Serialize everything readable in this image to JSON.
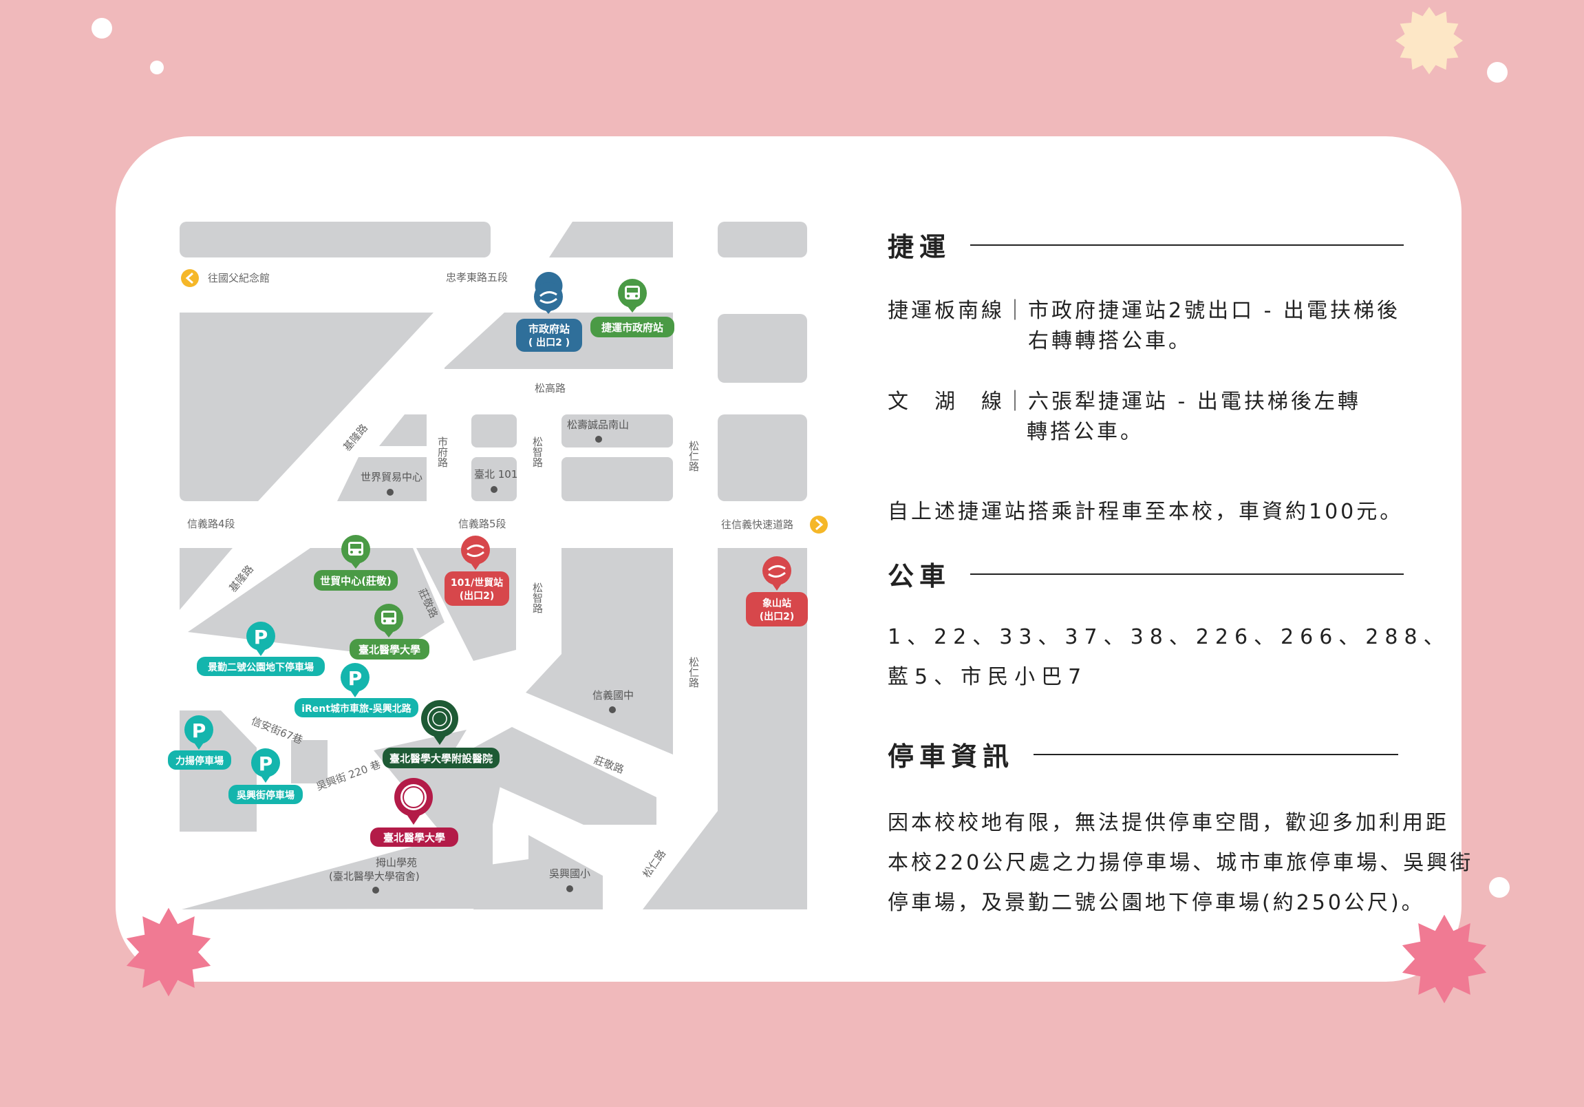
{
  "map": {
    "streets": {
      "zhongxiao": "忠孝東路五段",
      "songgao": "松高路",
      "keelung_upper": "基隆路",
      "keelung_lower": "基隆路",
      "shifu": "市府路",
      "songzhi_upper": "松智路",
      "songzhi_lower": "松智路",
      "songren_upper": "松仁路",
      "songren_mid": "松仁路",
      "songren_lower": "松仁路",
      "xinyi4": "信義路4段",
      "xinyi5": "信義路5段",
      "zhuangjing_upper": "莊敬路",
      "zhuangjing_lower": "莊敬路",
      "xinan": "信安街67巷",
      "wuxing": "吳興街 220 巷"
    },
    "directions": {
      "to_memorial": "往國父紀念館",
      "to_expressway": "往信義快速道路"
    },
    "places": {
      "eslite": "松壽誠品南山",
      "wtc": "世界貿易中心",
      "taipei101": "臺北 101",
      "xinyi_junior": "信義國中",
      "dorm_line1": "拇山學苑",
      "dorm_line2": "(臺北醫學大學宿舍)",
      "wuxing_elementary": "吳興國小"
    },
    "markers": {
      "city_hall_mrt_1": "市政府站",
      "city_hall_mrt_2": "( 出口2 )",
      "city_hall_bus": "捷運市政府站",
      "wtc_bus": "世貿中心(莊敬)",
      "tmu_bus": "臺北醫學大學",
      "mrt101_1": "101/世貿站",
      "mrt101_2": "(出口2)",
      "xiangshan_1": "象山站",
      "xiangshan_2": "(出口2)",
      "park_jingqin": "景勤二號公園地下停車場",
      "park_irent": "iRent城市車旅-吳興北路",
      "park_liyang": "力揚停車場",
      "park_wuxing": "吳興街停車場",
      "hospital": "臺北醫學大學附設醫院",
      "university": "臺北醫學大學"
    },
    "marker_glyphs": {
      "parking": "P"
    },
    "colors": {
      "block": "#cfd0d2",
      "mrt_blue": "#2f6f9a",
      "bus_green": "#4a9a45",
      "mrt_red": "#d7474b",
      "parking_teal": "#14b5ad",
      "hospital_green": "#1e5a35",
      "university_red": "#b31b48",
      "arrow_yellow": "#f5b728"
    }
  },
  "sections": {
    "mrt": {
      "title": "捷運",
      "bannan_line1": "捷運板南線｜市政府捷運站2號出口 - 出電扶梯後",
      "bannan_line2": "右轉轉搭公車。",
      "wenhu_line1": "文　湖　線｜六張犁捷運站 - 出電扶梯後左轉",
      "wenhu_line2": "轉搭公車。",
      "taxi": "自上述捷運站搭乘計程車至本校，車資約100元。"
    },
    "bus": {
      "title": "公車",
      "routes_line1": "1、22、33、37、38、226、266、288、",
      "routes_line2": "藍5、市民小巴7"
    },
    "parking": {
      "title": "停車資訊",
      "line1": "因本校校地有限，無法提供停車空間，歡迎多加利用距",
      "line2": "本校220公尺處之力揚停車場、城市車旅停車場、吳興街",
      "line3": "停車場，及景勤二號公園地下停車場(約250公尺)。"
    }
  },
  "decor": {
    "colors": {
      "background": "#f0b9bb",
      "star_cream": "#fde7c6",
      "star_pink": "#f07a93"
    }
  }
}
